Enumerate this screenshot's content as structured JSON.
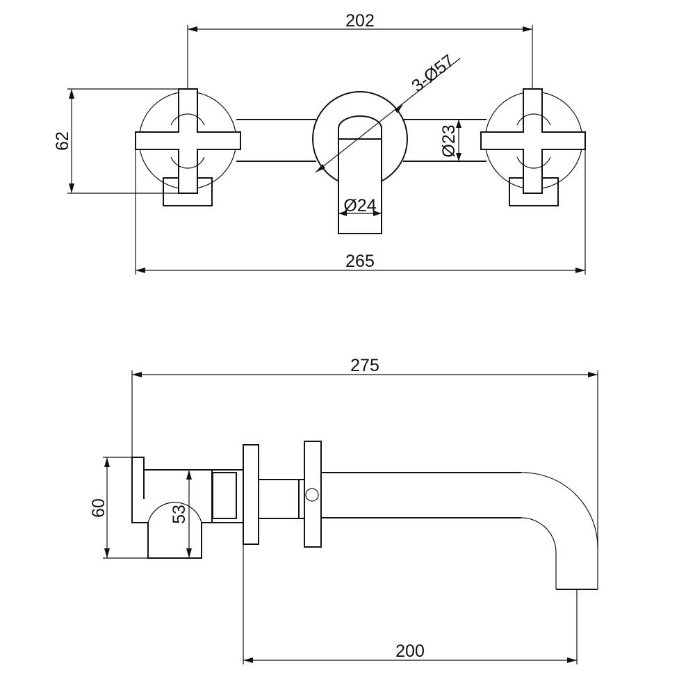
{
  "diagram": {
    "top_view": {
      "dim_total_width": "265",
      "dim_handle_centers": "202",
      "dim_height": "62",
      "dim_flange_diameter": "3-Ø57",
      "dim_pipe_diameter": "Ø23",
      "dim_spout_diameter": "Ø24"
    },
    "side_view": {
      "dim_total_length": "275",
      "dim_spout_reach": "200",
      "dim_body_height": "60",
      "dim_inner_height": "53"
    },
    "line_color": "#111111",
    "background_color": "#ffffff"
  }
}
